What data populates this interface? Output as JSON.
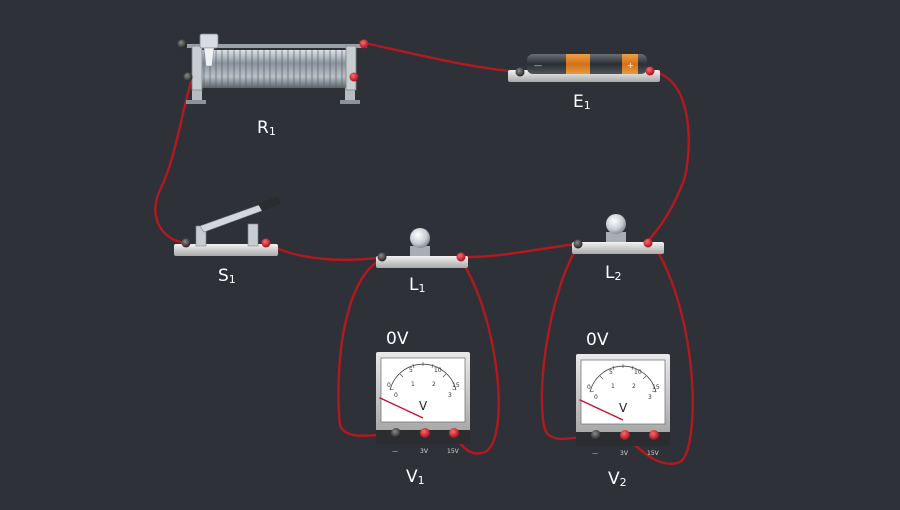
{
  "components": {
    "rheostat": {
      "label": "R",
      "sub": "1"
    },
    "battery": {
      "label": "E",
      "sub": "1",
      "minus_mark": "—",
      "plus_mark": "+"
    },
    "switch": {
      "label": "S",
      "sub": "1"
    },
    "lamp1": {
      "label": "L",
      "sub": "1"
    },
    "lamp2": {
      "label": "L",
      "sub": "2"
    }
  },
  "voltmeters": [
    {
      "label": "V",
      "sub": "1",
      "reading": "0V",
      "unit": "V",
      "scale_top": [
        "0",
        "5",
        "10",
        "15"
      ],
      "scale_bottom": [
        "0",
        "1",
        "2",
        "3"
      ],
      "terminals": [
        "—",
        "3V",
        "15V"
      ],
      "needle_fraction": 0.0
    },
    {
      "label": "V",
      "sub": "2",
      "reading": "0V",
      "unit": "V",
      "scale_top": [
        "0",
        "5",
        "10",
        "15"
      ],
      "scale_bottom": [
        "0",
        "1",
        "2",
        "3"
      ],
      "terminals": [
        "—",
        "3V",
        "15V"
      ],
      "needle_fraction": 0.0
    }
  ],
  "colors": {
    "background": "#2e3138",
    "wire": "#b3191f",
    "terminal_red": "#c8102e",
    "terminal_black": "#2a2a2a"
  }
}
